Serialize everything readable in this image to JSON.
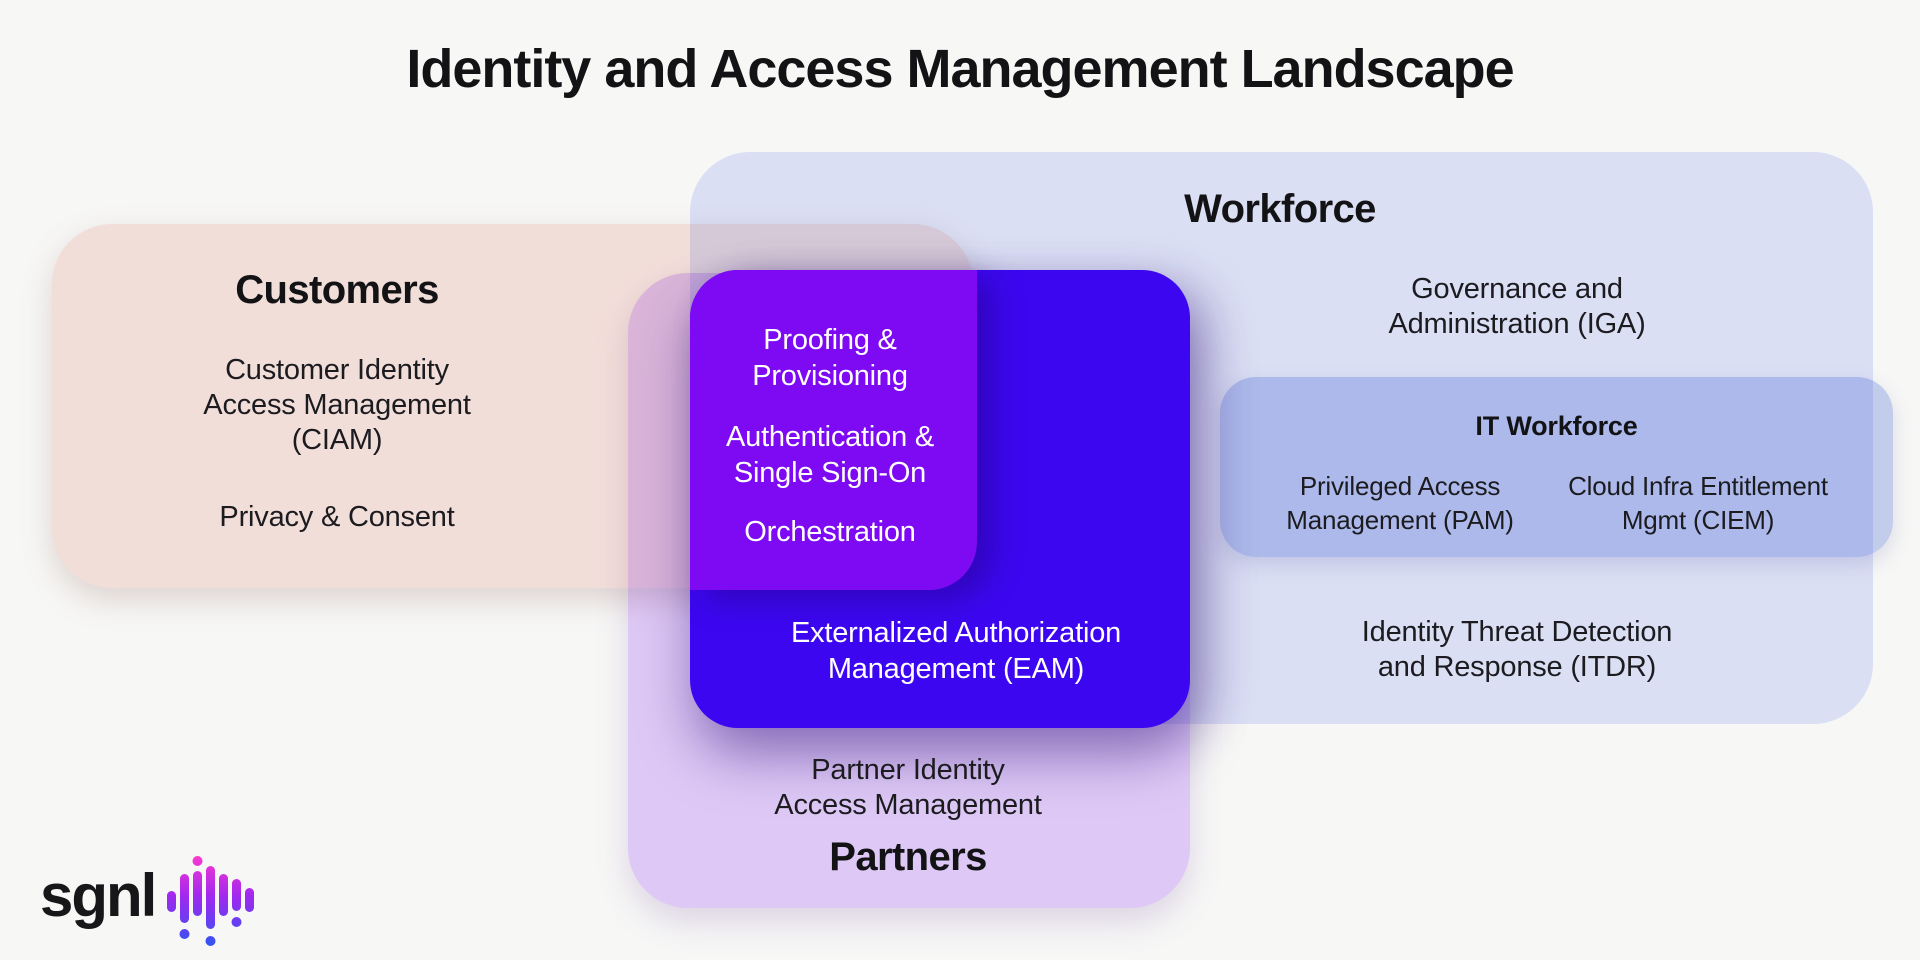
{
  "page_title": "Identity and Access Management Landscape",
  "regions": {
    "customers": {
      "label": "Customers",
      "ciam": "Customer Identity\nAccess Management\n(CIAM)",
      "privacy": "Privacy & Consent"
    },
    "workforce": {
      "label": "Workforce",
      "iga": "Governance and\nAdministration (IGA)",
      "itdr": "Identity Threat Detection\nand Response (ITDR)",
      "it_workforce": {
        "label": "IT Workforce",
        "pam": "Privileged Access\nManagement (PAM)",
        "ciem": "Cloud Infra Entitlement\nMgmt (CIEM)"
      }
    },
    "partners": {
      "label": "Partners",
      "piam": "Partner Identity\nAccess Management"
    }
  },
  "overlaps": {
    "core": {
      "proofing_provisioning": "Proofing &\nProvisioning",
      "authentication_sso": "Authentication &\nSingle Sign-On",
      "orchestration": "Orchestration"
    },
    "eam": {
      "label": "Externalized Authorization\nManagement (EAM)"
    }
  },
  "logo": {
    "text": "sgnl"
  },
  "colors": {
    "bg": "#f7f7f6",
    "ink": "#15151a",
    "periwinkle": "#dbdff4",
    "pink": "#fae6e1",
    "lavender": "#e6d0ff",
    "it_blue": "#c9d4f5",
    "deep_blue": "#3c07f0",
    "violet": "#7d0af3",
    "logo_gradient_top": "#ff3bcd",
    "logo_gradient_mid": "#a228ef",
    "logo_gradient_bottom": "#2e55f3"
  }
}
